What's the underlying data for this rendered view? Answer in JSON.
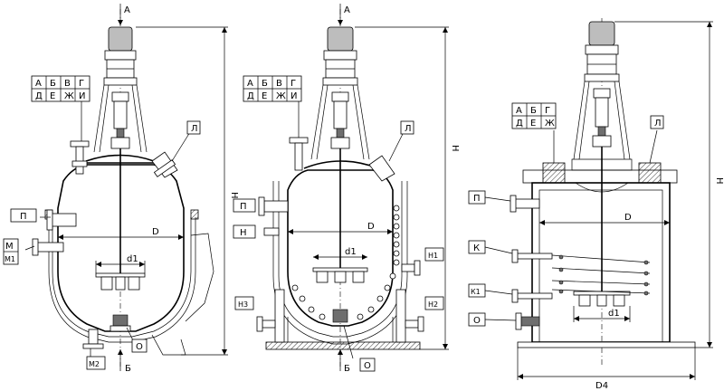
{
  "labels": {
    "A": "А",
    "B": "Б",
    "H": "H",
    "D": "D",
    "d1": "d1",
    "D4": "D4",
    "L": "Л",
    "P": "П",
    "N": "Н",
    "M": "М",
    "M1": "М1",
    "M2": "М2",
    "O": "О",
    "K": "К",
    "K1": "К1",
    "N1": "Н1",
    "N2": "Н2",
    "N3": "Н3"
  },
  "table8": [
    "А",
    "Б",
    "В",
    "Г",
    "Д",
    "Е",
    "Ж",
    "И"
  ],
  "table6": [
    "А",
    "Б",
    "Г",
    "Д",
    "Е",
    "Ж"
  ]
}
